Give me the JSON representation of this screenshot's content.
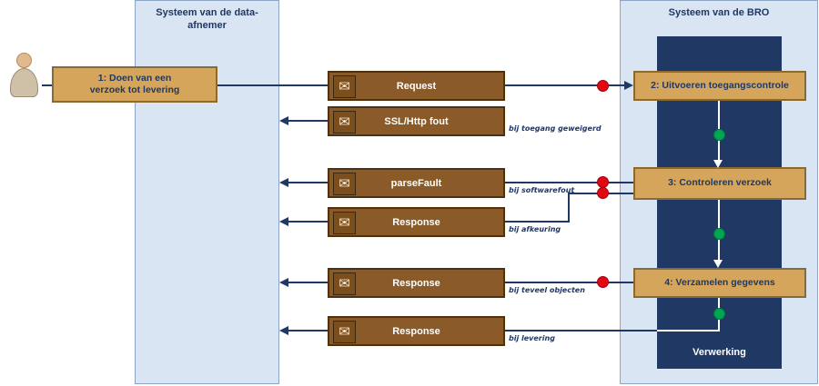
{
  "left_system": {
    "title": "Systeem van de data-afnemer"
  },
  "right_system": {
    "title": "Systeem van de BRO",
    "process_label": "Verwerking"
  },
  "request_step": {
    "label": "1: Doen van een verzoek tot levering"
  },
  "bro_steps": [
    {
      "label": "2: Uitvoeren toegangscontrole"
    },
    {
      "label": "3: Controleren verzoek"
    },
    {
      "label": "4: Verzamelen gegevens"
    }
  ],
  "messages": [
    {
      "label": "Request",
      "note": ""
    },
    {
      "label": "SSL/Http fout",
      "note": "bij toegang geweigerd"
    },
    {
      "label": "parseFault",
      "note": "bij softwarefout"
    },
    {
      "label": "Response",
      "note": "bij afkeuring"
    },
    {
      "label": "Response",
      "note": "bij teveel objecten"
    },
    {
      "label": "Response",
      "note": "bij levering"
    }
  ],
  "icons": {
    "envelope": "✉"
  },
  "colors": {
    "navy": "#1f3864",
    "panel_blue": "#d9e5f3",
    "tan": "#d6a55c",
    "brown": "#8a5a28",
    "red_dot": "#e30613",
    "green_dot": "#00a651"
  }
}
